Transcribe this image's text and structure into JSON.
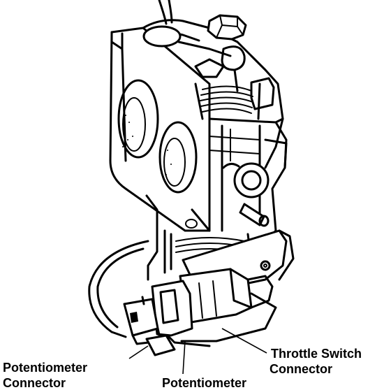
{
  "labels": {
    "throttle_switch_connector_line1": "Throttle Switch",
    "throttle_switch_connector_line2": "Connector",
    "potentiometer_connector_line1": "Potentiometer",
    "potentiometer_connector_line2": "Connector",
    "potentiometer": "Potentiometer"
  }
}
